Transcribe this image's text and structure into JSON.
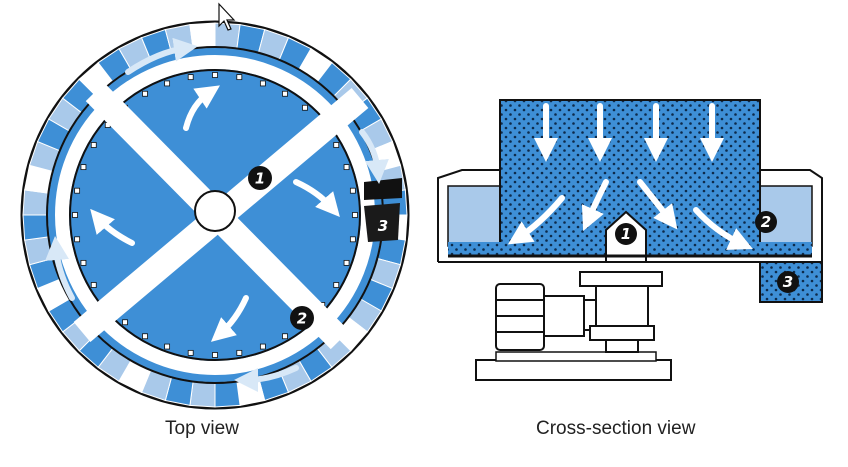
{
  "captions": {
    "top_view": "Top view",
    "cross_section_view": "Cross-section view"
  },
  "markers": {
    "one": "1",
    "two": "2",
    "three": "3"
  },
  "colors": {
    "blue": "#3e8fd6",
    "light_blue": "#a9c9ea",
    "dark": "#111111",
    "white": "#ffffff"
  }
}
